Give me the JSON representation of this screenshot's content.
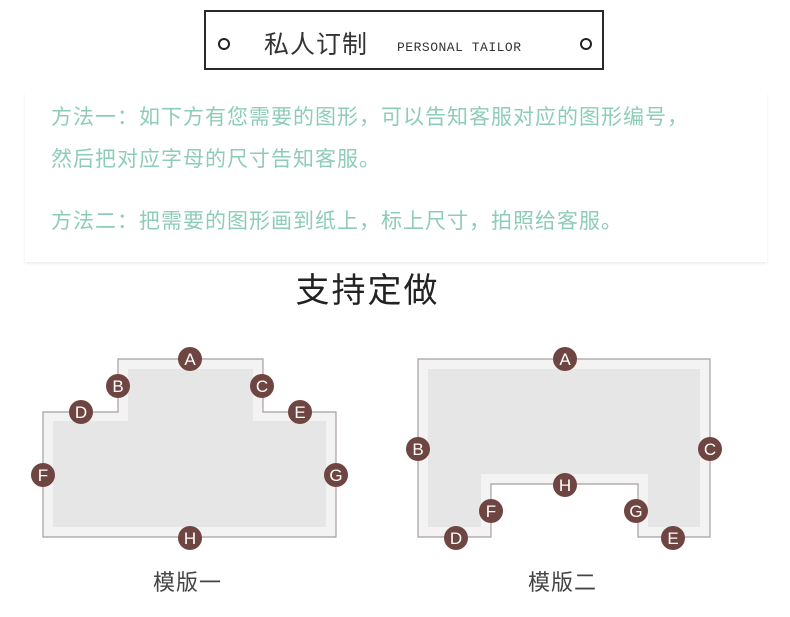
{
  "banner": {
    "title_cn": "私人订制",
    "title_en": "PERSONAL TAILOR"
  },
  "instructions": {
    "method1_line1": "方法一：如下方有您需要的图形，可以告知客服对应的图形编号，",
    "method1_line2": "然后把对应字母的尺寸告知客服。",
    "method2": "方法二：把需要的图形画到纸上，标上尺寸，拍照给客服。",
    "text_color": "#8dcdb6"
  },
  "section_title": "支持定做",
  "templates": [
    {
      "label": "模版一",
      "markers": [
        "A",
        "B",
        "C",
        "D",
        "E",
        "F",
        "G",
        "H"
      ]
    },
    {
      "label": "模版二",
      "markers": [
        "A",
        "B",
        "C",
        "D",
        "E",
        "F",
        "G",
        "H"
      ]
    }
  ],
  "colors": {
    "marker_fill": "#6e4541",
    "shape_fill": "#e6e6e6",
    "shape_border_band": "#f3f3f3",
    "outline": "#a89e9e"
  }
}
